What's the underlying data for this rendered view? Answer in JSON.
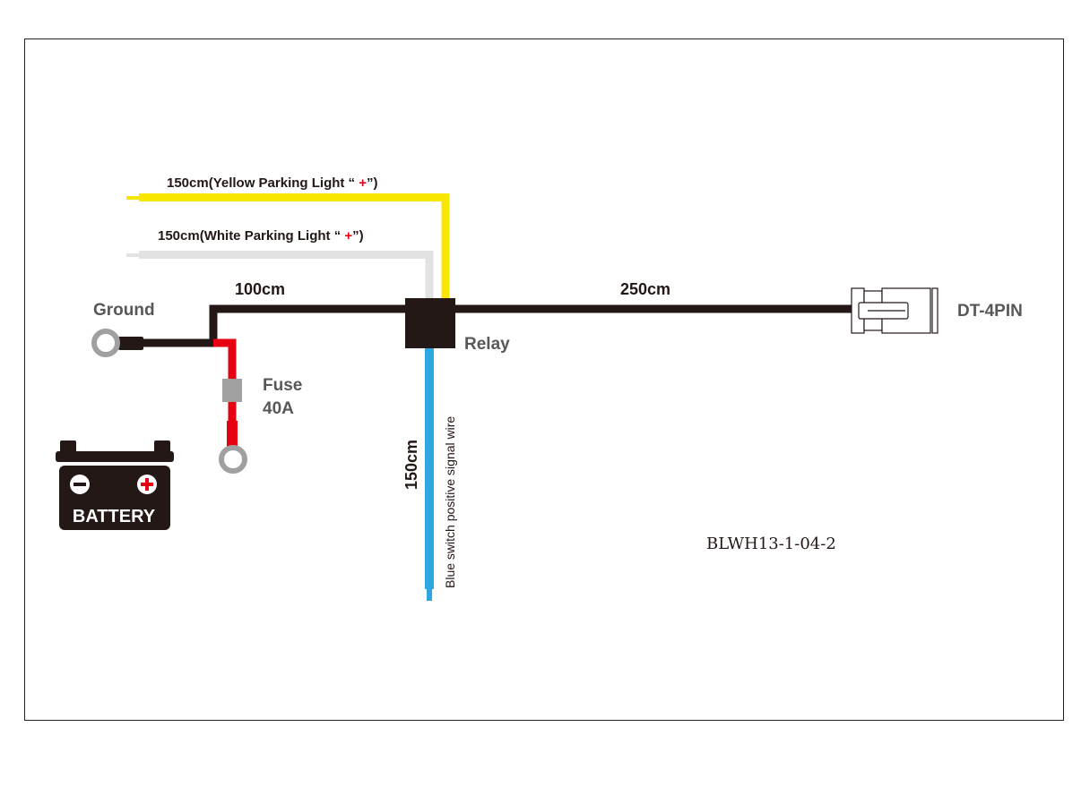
{
  "labels": {
    "yellow_wire_prefix": "150cm(Yellow Parking Light “ ",
    "yellow_wire_plus": "+",
    "yellow_wire_suffix": "”)",
    "white_wire_prefix": "150cm(White Parking Light “ ",
    "white_wire_plus": "+",
    "white_wire_suffix": "”)",
    "ground_length": "100cm",
    "output_length": "250cm",
    "ground": "Ground",
    "relay": "Relay",
    "connector": "DT-4PIN",
    "fuse": "Fuse",
    "fuse_rating": "40A",
    "signal_length": "150cm",
    "signal_wire": "Blue switch positive signal wire",
    "battery": "BATTERY",
    "part_code": "BLWH13-1-04-2"
  },
  "colors": {
    "yellow_wire": "#f7e600",
    "white_wire": "#e2e2e2",
    "main_wire": "#231815",
    "red_wire": "#e60012",
    "blue_wire": "#2ea7e0",
    "label_gray": "#595757",
    "plus_red": "#e60012"
  }
}
